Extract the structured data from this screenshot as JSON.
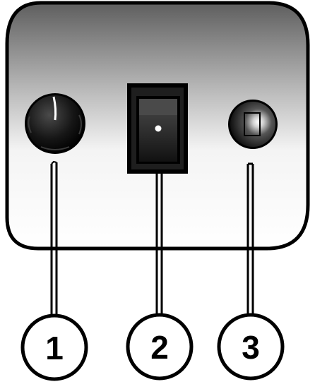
{
  "callouts": [
    {
      "number": "1",
      "target": "rotary-knob"
    },
    {
      "number": "2",
      "target": "rocker-switch"
    },
    {
      "number": "3",
      "target": "indicator-lamp"
    }
  ],
  "colors": {
    "panel_top": "#6b6b6b",
    "panel_bottom": "#ffffff",
    "outline": "#000000",
    "switch_body": "#1a1a1a",
    "lamp": "#2a2a2a"
  }
}
